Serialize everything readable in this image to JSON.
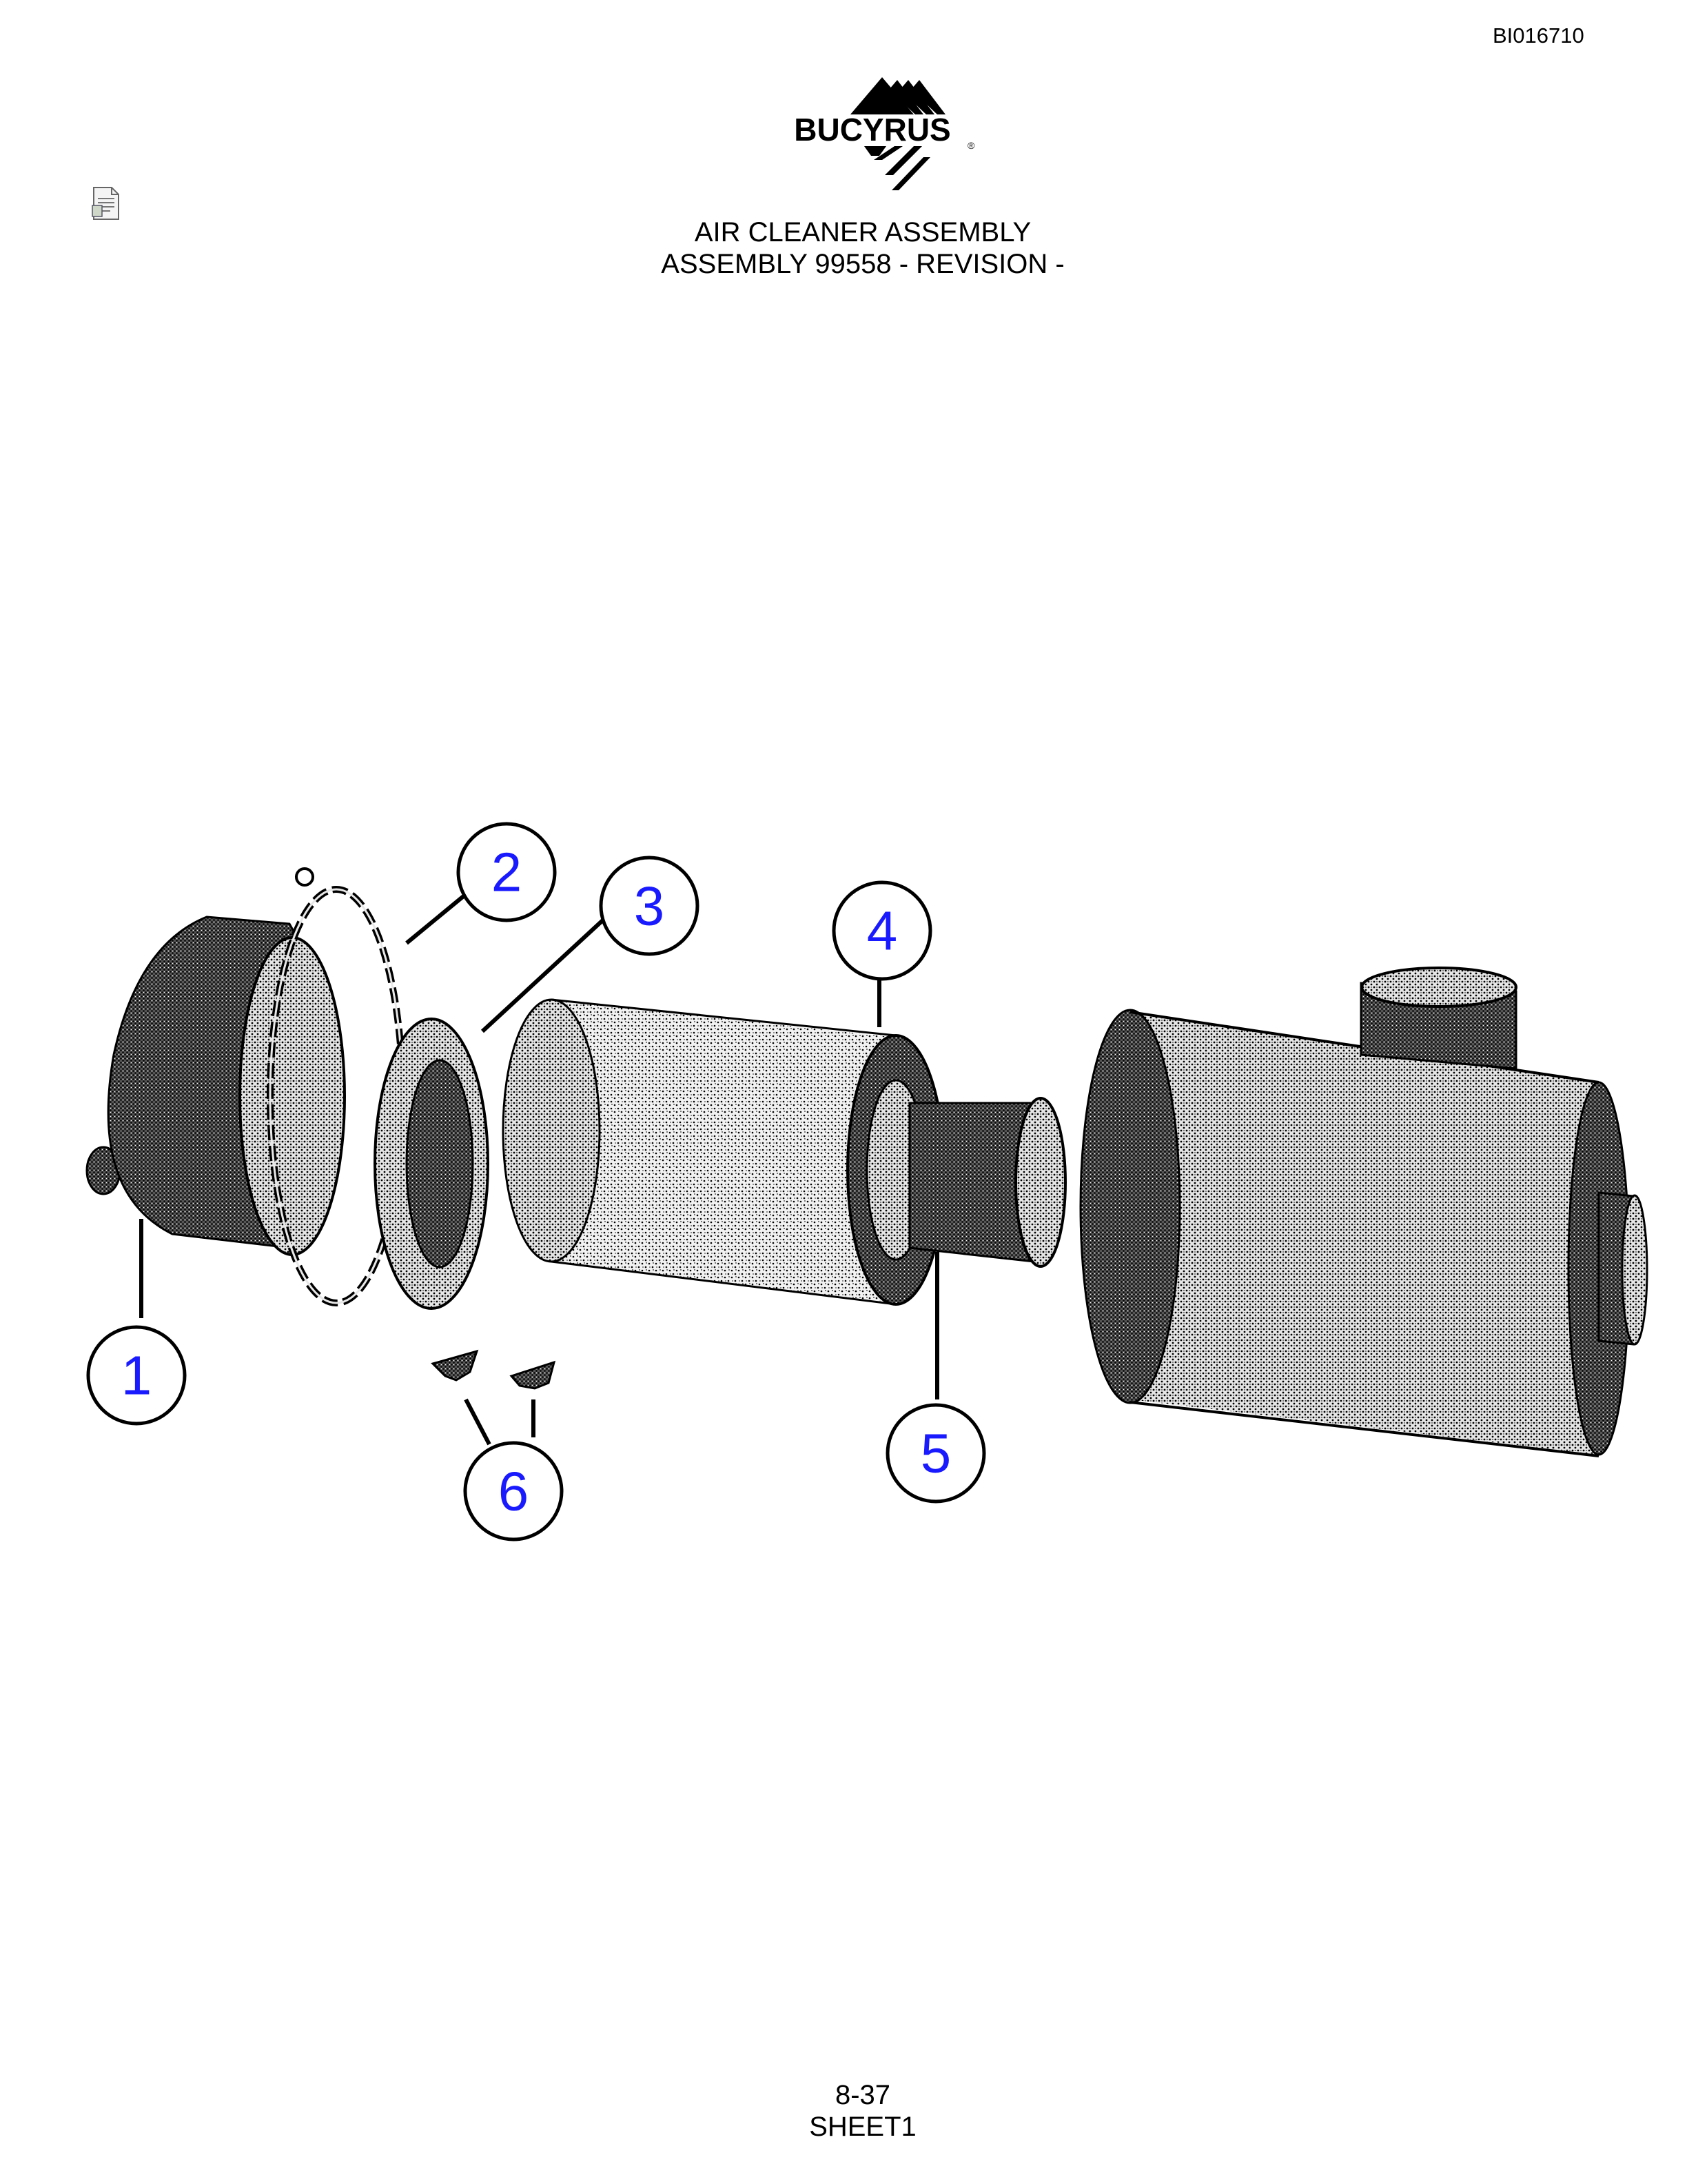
{
  "header": {
    "doc_id": "BI016710",
    "logo_text": "BUCYRUS",
    "logo_mark": "®",
    "title_line1": "AIR CLEANER ASSEMBLY",
    "title_line2": "ASSEMBLY 99558 - REVISION -"
  },
  "callouts": [
    "1",
    "2",
    "3",
    "4",
    "5",
    "6"
  ],
  "footer": {
    "page": "8-37",
    "sheet": "SHEET1"
  },
  "colors": {
    "callout_text": "#1a1aff",
    "ink": "#000000"
  }
}
